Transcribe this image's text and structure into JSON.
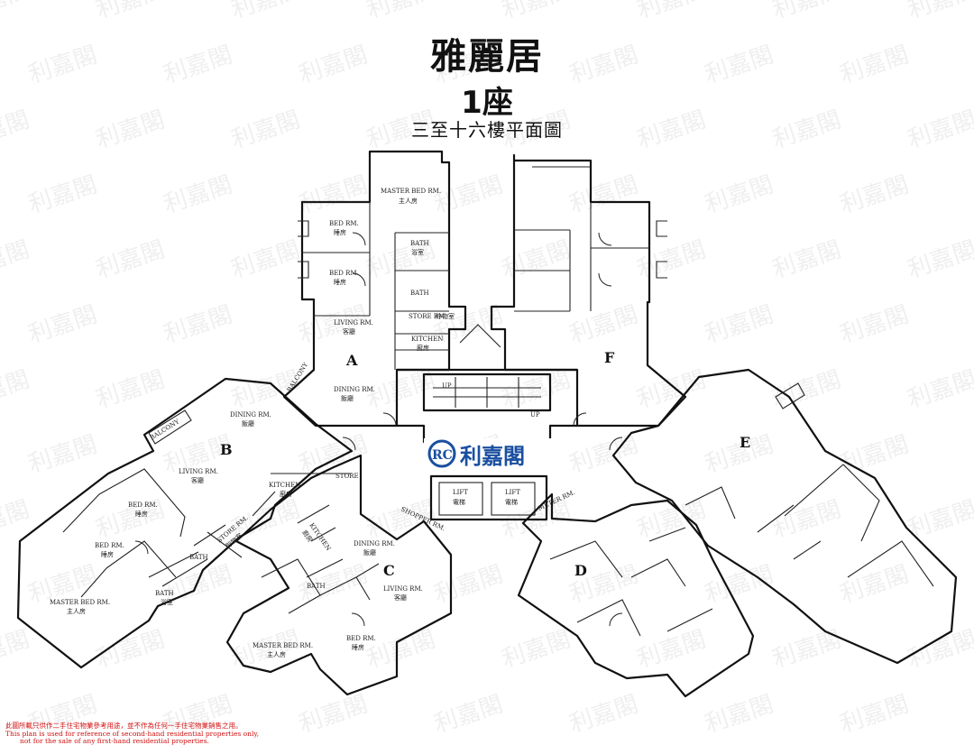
{
  "header": {
    "title": "雅麗居",
    "block": "1座",
    "subtitle": "三至十六樓平面圖"
  },
  "watermark": {
    "text": "利嘉閣",
    "logo_letters": "RC"
  },
  "logo": {
    "name": "利嘉閣",
    "color": "#1a4fa0"
  },
  "units": [
    "A",
    "B",
    "C",
    "D",
    "E",
    "F"
  ],
  "rooms": {
    "a_master_bed": "MASTER BED RM.",
    "a_master_bed_zh": "主人房",
    "a_bed1": "BED RM.",
    "a_bed1_zh": "睡房",
    "a_bed2": "BED RM.",
    "a_bed2_zh": "睡房",
    "a_bath1": "BATH",
    "a_bath1_zh": "浴室",
    "a_bath2": "BATH",
    "a_store": "STORE RM.",
    "a_store_zh": "貯物室",
    "a_living": "LIVING RM.",
    "a_living_zh": "客廳",
    "a_kitchen": "KITCHEN",
    "a_kitchen_zh": "廚房",
    "a_dining": "DINING RM.",
    "a_dining_zh": "飯廳",
    "a_balcony": "BALCONY",
    "b_dining": "DINING RM.",
    "b_dining_zh": "飯廳",
    "b_balcony": "BALCONY",
    "b_living": "LIVING RM.",
    "b_living_zh": "客廳",
    "b_bed1": "BED RM.",
    "b_bed1_zh": "睡房",
    "b_bed2": "BED RM.",
    "b_bed2_zh": "睡房",
    "b_master": "MASTER BED RM.",
    "b_master_zh": "主人房",
    "b_bath1": "BATH",
    "b_bath2": "BATH",
    "b_bath2_zh": "浴室",
    "b_store": "STORE RM.",
    "b_store_zh": "貯物室",
    "b_kitchen": "KITCHEN",
    "b_kitchen_zh": "廚房",
    "c_kitchen": "KITCHEN",
    "c_kitchen_zh": "廚房",
    "c_store": "STORE",
    "c_dining": "DINING RM.",
    "c_dining_zh": "飯廳",
    "c_living": "LIVING RM.",
    "c_living_zh": "客廳",
    "c_bath": "BATH",
    "c_master": "MASTER BED RM.",
    "c_master_zh": "主人房",
    "c_bed": "BED RM.",
    "c_bed_zh": "睡房",
    "lift1": "LIFT",
    "lift1_zh": "電梯",
    "lift2": "LIFT",
    "lift2_zh": "電梯",
    "up1": "UP",
    "up2": "UP",
    "shopper": "SHOPPER RM.",
    "meter": "METER RM."
  },
  "disclaimer": {
    "zh": "此圖所載只供作二手住宅物業參考用途，並不作為任何一手住宅物業銷售之用。",
    "en1": "This plan is used for reference of second-hand residential properties only,",
    "en2": "not for the sale of any first-hand residential properties."
  }
}
